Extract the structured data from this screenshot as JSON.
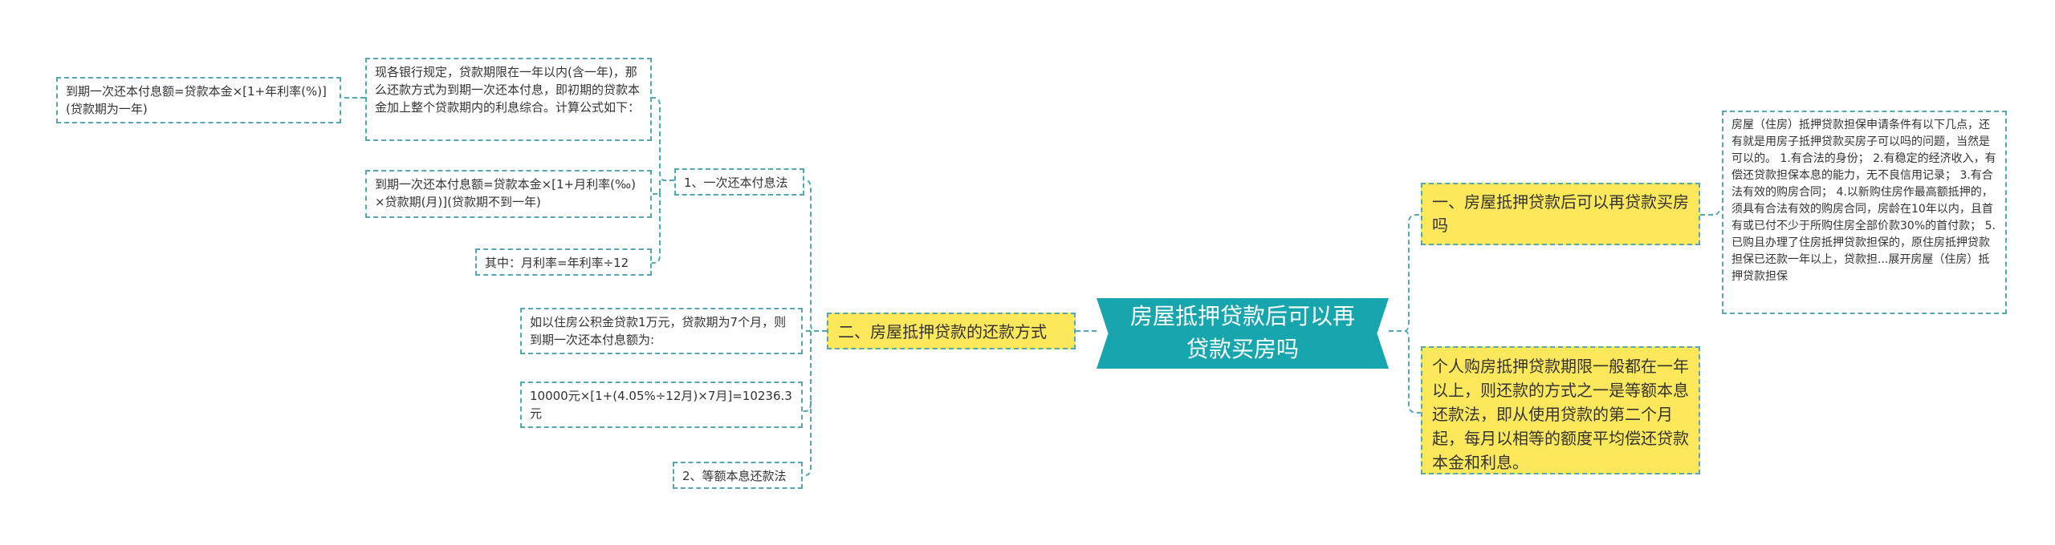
{
  "root": {
    "text": "房屋抵押贷款后可以再贷款买房吗"
  },
  "left": {
    "branch": "二、房屋抵押贷款的还款方式",
    "method1": {
      "label": "1、一次还本付息法",
      "intro": "现各银行规定，贷款期限在一年以内(含一年)，那么还款方式为到期一次还本付息，即初期的贷款本金加上整个贷款期内的利息综合。计算公式如下：",
      "formula_year": "到期一次还本付息额=贷款本金×[1+年利率(%)](贷款期为一年)",
      "formula_month": "到期一次还本付息额=贷款本金×[1+月利率(‰)×贷款期(月)](贷款期不到一年)",
      "note": "其中：月利率=年利率÷12"
    },
    "example": "如以住房公积金贷款1万元，贷款期为7个月，则到期一次还本付息额为:",
    "result": "10000元×[1+(4.05%÷12月)×7月]=10236.3元",
    "method2": {
      "label": "2、等额本息还款法"
    }
  },
  "right": {
    "branch1": "一、房屋抵押贷款后可以再贷款买房吗",
    "branch1_detail": "房屋（住房）抵押贷款担保申请条件有以下几点，还有就是用房子抵押贷款买房子可以吗的问题，当然是可以的。 1.有合法的身份； 2.有稳定的经济收入，有偿还贷款担保本息的能力，无不良信用记录； 3.有合法有效的购房合同； 4.以新购住房作最高额抵押的，须具有合法有效的购房合同，房龄在10年以内，且首有或已付不少于所购住房全部价款30%的首付款； 5.已购且办理了住房抵押贷款担保的，原住房抵押贷款担保已还款一年以上，贷款担...展开房屋（住房）抵押贷款担保",
    "branch2": "个人购房抵押贷款期限一般都在一年以上，则还款的方式之一是等额本息还款法，即从使用贷款的第二个月起，每月以相等的额度平均偿还贷款本金和利息。"
  },
  "colors": {
    "root": "#17a5ae",
    "branch": "#fde85c",
    "line": "#54a8b3"
  }
}
